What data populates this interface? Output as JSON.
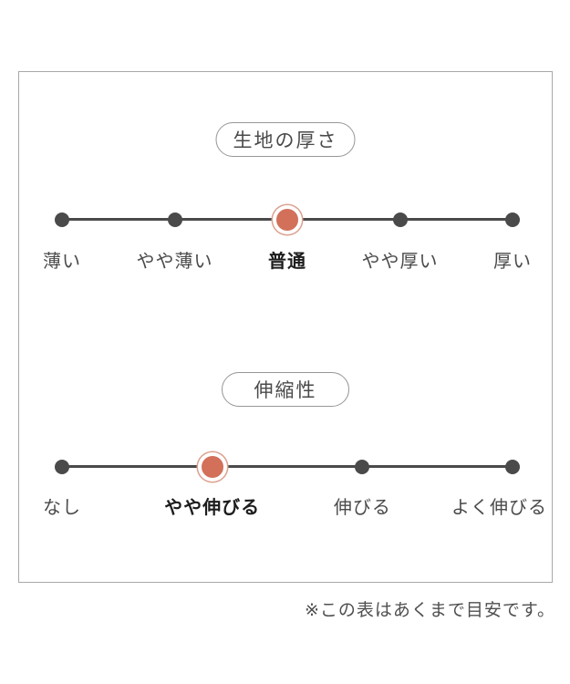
{
  "page": {
    "footnote": "※この表はあくまで目安です。"
  },
  "colors": {
    "accent": "#d2705a",
    "accent_ring": "#dca08e",
    "track": "#4a4a4a",
    "dot": "#4a4a4a",
    "label": "#4a4a4a",
    "label_selected": "#1d1d1d",
    "pill_border": "#979797",
    "frame_border": "#a8a8a8",
    "background": "#ffffff"
  },
  "chart_data": [
    {
      "type": "scale",
      "title": "生地の厚さ",
      "categories": [
        "薄い",
        "やや薄い",
        "普通",
        "やや厚い",
        "厚い"
      ],
      "selected_index": 2,
      "selected_value": "普通",
      "num_points": 5
    },
    {
      "type": "scale",
      "title": "伸縮性",
      "categories": [
        "なし",
        "やや伸びる",
        "伸びる",
        "よく伸びる"
      ],
      "selected_index": 1,
      "selected_value": "やや伸びる",
      "num_points": 4
    }
  ]
}
